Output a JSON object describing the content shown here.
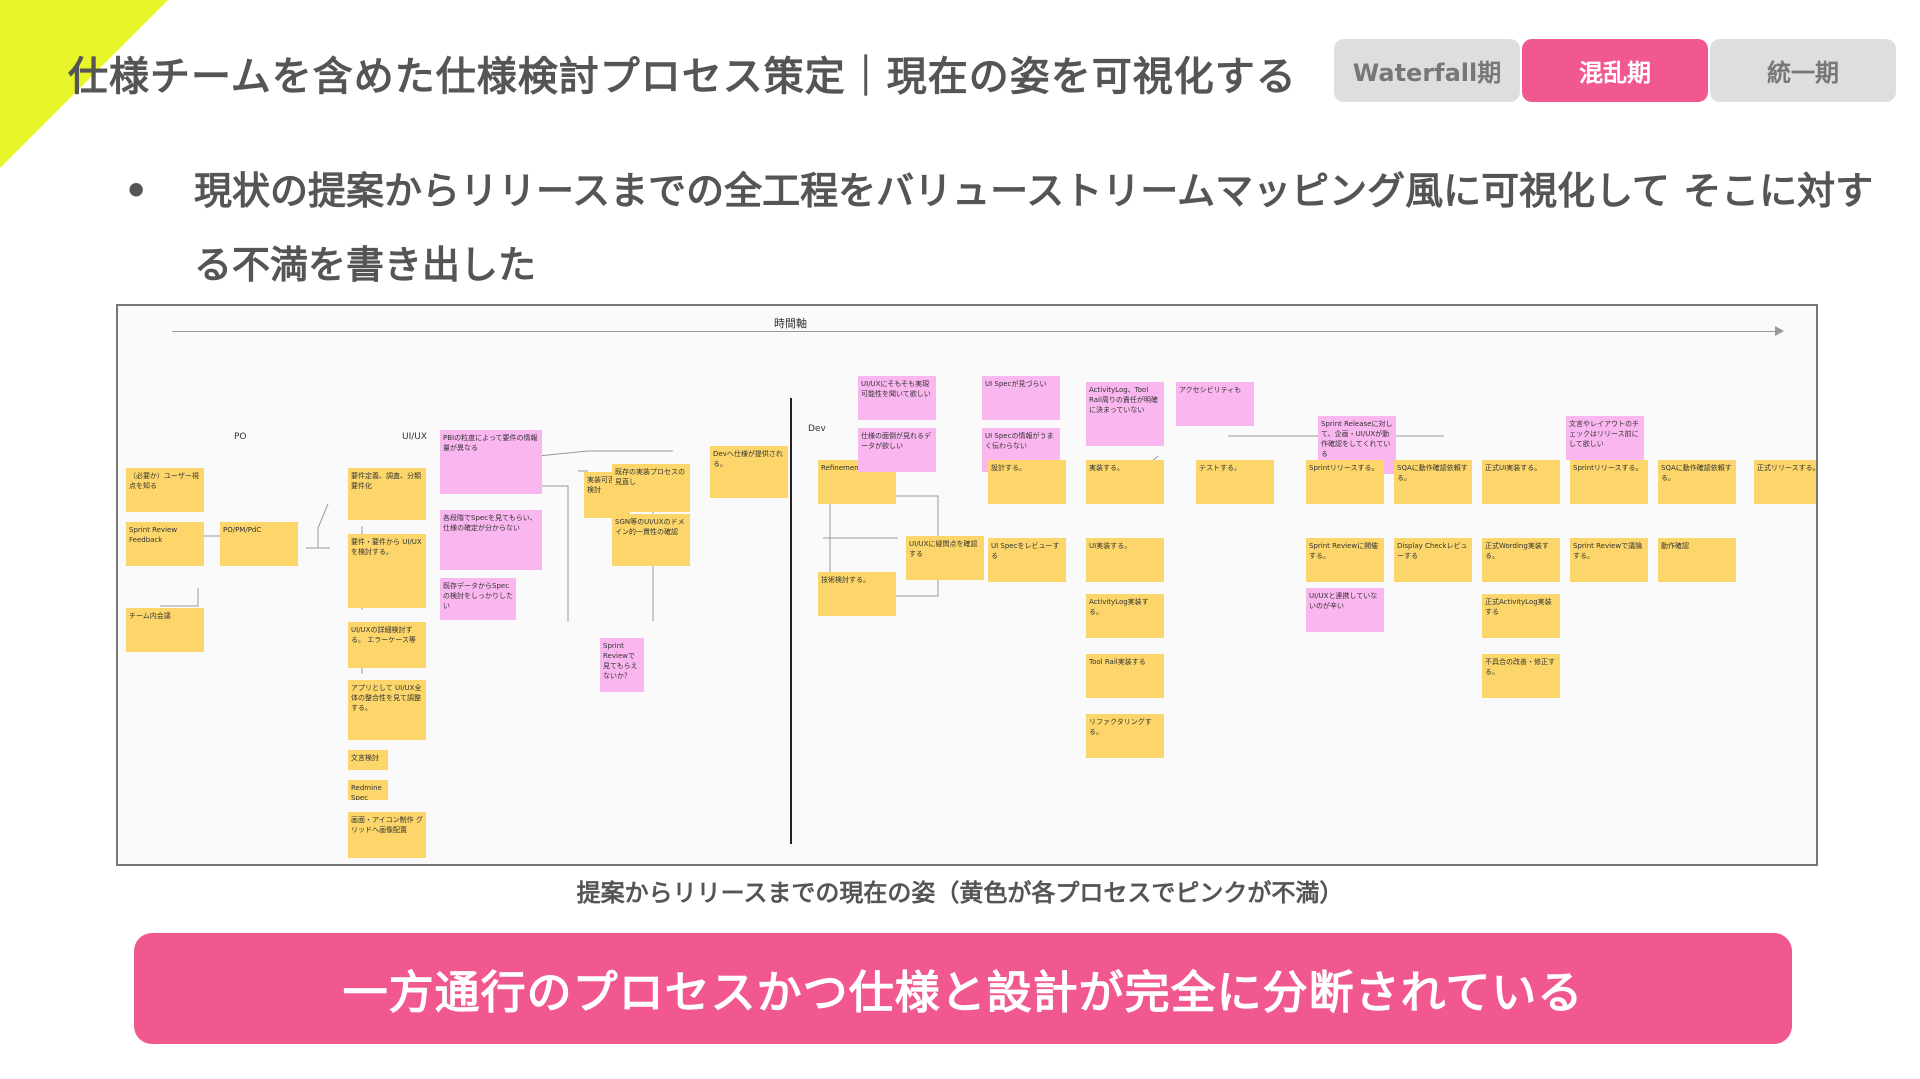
{
  "title": "仕様チームを含めた仕様検討プロセス策定｜現在の姿を可視化する",
  "phases": [
    {
      "label": "Waterfall期",
      "active": false
    },
    {
      "label": "混乱期",
      "active": true
    },
    {
      "label": "統一期",
      "active": false
    }
  ],
  "bullet": {
    "marker": "•",
    "text": "現状の提案からリリースまでの全工程をバリューストリームマッピング風に可視化して そこに対する不満を書き出した"
  },
  "board": {
    "axis_label": "時間軸",
    "lanes": [
      "PO",
      "UI/UX",
      "Dev"
    ],
    "notes": [
      {
        "text": "（必要か）ユーザー視点を知る",
        "color": "yellow"
      },
      {
        "text": "Sprint Review Feedback",
        "color": "yellow"
      },
      {
        "text": "チーム内会議",
        "color": "yellow"
      },
      {
        "text": "PO/PM/PdC",
        "color": "yellow"
      },
      {
        "text": "要件定義、調査、分類 要件化",
        "color": "yellow"
      },
      {
        "text": "要件・要件から UI/UXを検討する。",
        "color": "yellow"
      },
      {
        "text": "UI/UXの詳細検討する。 エラーケース等",
        "color": "yellow"
      },
      {
        "text": "アプリとして UI/UX全体の整合性を見て調整する。",
        "color": "yellow"
      },
      {
        "text": "文言検討",
        "color": "yellow"
      },
      {
        "text": "Redmine Spec",
        "color": "yellow"
      },
      {
        "text": "画面・アイコン制作 グリッドへ画像配置",
        "color": "yellow"
      },
      {
        "text": "PBIの粒度によって要件の情報量が異なる",
        "color": "pink"
      },
      {
        "text": "各段階でSpecを見てもらい、仕様の確定が分からない",
        "color": "pink"
      },
      {
        "text": "既存データからSpecの検討をしっかりしたい",
        "color": "pink"
      },
      {
        "text": "実装可否の検討",
        "color": "yellow"
      },
      {
        "text": "既存の実装プロセスの見直し",
        "color": "yellow"
      },
      {
        "text": "SGN等のUI/UXのドメイン的一貫性の確認",
        "color": "yellow"
      },
      {
        "text": "Devへ仕様が提供される。",
        "color": "yellow"
      },
      {
        "text": "Sprint Reviewで見てもらえないか？",
        "color": "pink"
      },
      {
        "text": "Refinementする",
        "color": "yellow"
      },
      {
        "text": "技術検討する。",
        "color": "yellow"
      },
      {
        "text": "UI/UXに疑問点を確認する",
        "color": "yellow"
      },
      {
        "text": "UI/UXにそもそも実現可能性を聞いて欲しい",
        "color": "pink"
      },
      {
        "text": "仕様の面倒が見れるデータが欲しい",
        "color": "pink"
      },
      {
        "text": "UI Specが見づらい",
        "color": "pink"
      },
      {
        "text": "UI Specの情報がうまく伝わらない",
        "color": "pink"
      },
      {
        "text": "設計する。",
        "color": "yellow"
      },
      {
        "text": "UI Specをレビューする",
        "color": "yellow"
      },
      {
        "text": "ActivityLog、Tool Rail周りの責任が明確に決まっていない",
        "color": "pink"
      },
      {
        "text": "アクセシビリティも",
        "color": "pink"
      },
      {
        "text": "実装する。",
        "color": "yellow"
      },
      {
        "text": "UI実装する。",
        "color": "yellow"
      },
      {
        "text": "ActivityLog実装する。",
        "color": "yellow"
      },
      {
        "text": "Tool Rail実装する",
        "color": "yellow"
      },
      {
        "text": "リファクタリングする。",
        "color": "yellow"
      },
      {
        "text": "テストする。",
        "color": "yellow"
      },
      {
        "text": "Sprint Releaseに対して、企画・UI/UXが動作確認をしてくれている",
        "color": "pink"
      },
      {
        "text": "Sprintリリースする。",
        "color": "yellow"
      },
      {
        "text": "Sprint Reviewに開催する。",
        "color": "yellow"
      },
      {
        "text": "UI/UXと連携していないのが辛い",
        "color": "pink"
      },
      {
        "text": "SQAに動作確認依頼する。",
        "color": "yellow"
      },
      {
        "text": "Display Checkレビューする",
        "color": "yellow"
      },
      {
        "text": "正式UI実装する。",
        "color": "yellow"
      },
      {
        "text": "正式Wording実装する。",
        "color": "yellow"
      },
      {
        "text": "正式ActivityLog実装する",
        "color": "yellow"
      },
      {
        "text": "不具合の改善・修正する。",
        "color": "yellow"
      },
      {
        "text": "文言やレイアウトのチェックはリリース前にして欲しい",
        "color": "pink"
      },
      {
        "text": "Sprintリリースする。",
        "color": "yellow"
      },
      {
        "text": "Sprint Reviewで議論する。",
        "color": "yellow"
      },
      {
        "text": "SQAに動作確認依頼する。",
        "color": "yellow"
      },
      {
        "text": "動作確認",
        "color": "yellow"
      },
      {
        "text": "正式リリースする。",
        "color": "yellow"
      }
    ]
  },
  "caption": "提案からリリースまでの現在の姿（黄色が各プロセスでピンクが不満）",
  "banner": "一方通行のプロセスかつ仕様と設計が完全に分断されている",
  "colors": {
    "accent_pink": "#f1588f",
    "corner_yellow": "#e8f52a",
    "sticky_yellow": "#fcd66a",
    "sticky_pink": "#f9b6ef"
  }
}
